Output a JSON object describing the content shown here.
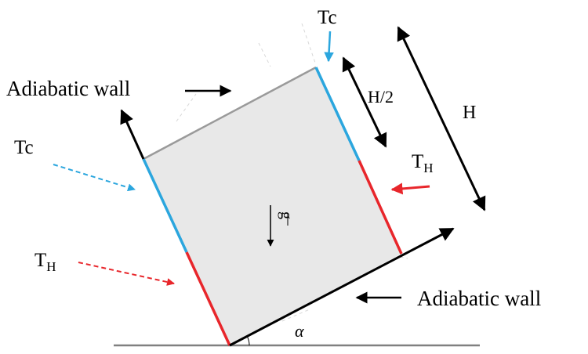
{
  "labels": {
    "tc_top": "Tc",
    "tc_left": "Tc",
    "h_half": "H/2",
    "h_full": "H",
    "th_right_main": "T",
    "th_right_sub": "H",
    "th_left_main": "T",
    "th_left_sub": "H",
    "adiabatic_top": "Adiabatic wall",
    "adiabatic_bottom": "Adiabatic wall",
    "gravity": "g",
    "angle": "α"
  },
  "colors": {
    "cavity_fill": "#e8e8e8",
    "cold_wall": "#2ba6de",
    "hot_wall": "#e8262b",
    "adiabatic_top_wall": "#9a9a9a",
    "adiabatic_bottom_wall": "#000000",
    "ground": "#808080",
    "guide_dash": "#d8d8d8"
  },
  "icons": {
    "gravity_arrow": "down-arrow",
    "vector_mark": "right-arrow-accent"
  }
}
